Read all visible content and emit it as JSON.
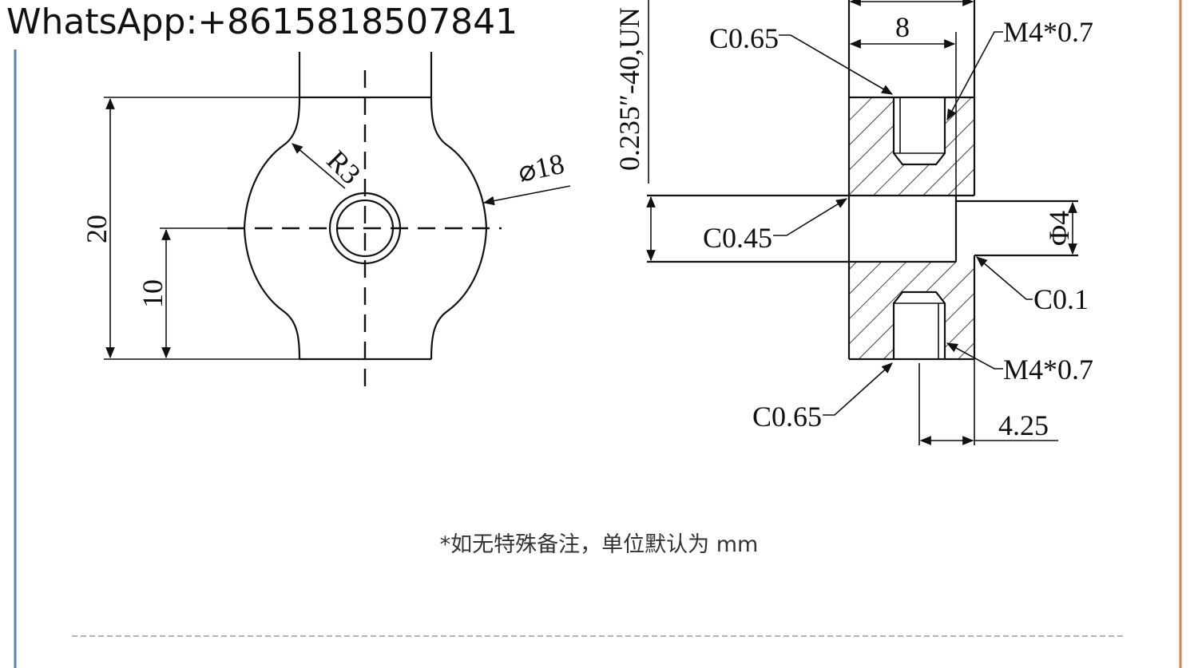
{
  "watermark": "WhatsApp:+8615818507841",
  "note": "*如无特殊备注，单位默认为 mm",
  "colors": {
    "ink": "#111111",
    "left_border": "#5b7fbf",
    "right_border": "#d9824a",
    "hatch": "#111111"
  },
  "front_view": {
    "height_total": "20",
    "height_half": "10",
    "radius": "R3",
    "diameter": "⌀18"
  },
  "section_view": {
    "thread_spec": "0.235″-40,UN",
    "width_top": "8",
    "chamfer_top": "C0.65",
    "tap_top": "M4*0.7",
    "chamfer_bore": "C0.45",
    "bore_dia": "Φ4",
    "chamfer_edge": "C0.1",
    "tap_bottom": "M4*0.7",
    "chamfer_bottom": "C0.65",
    "offset": "4.25"
  }
}
